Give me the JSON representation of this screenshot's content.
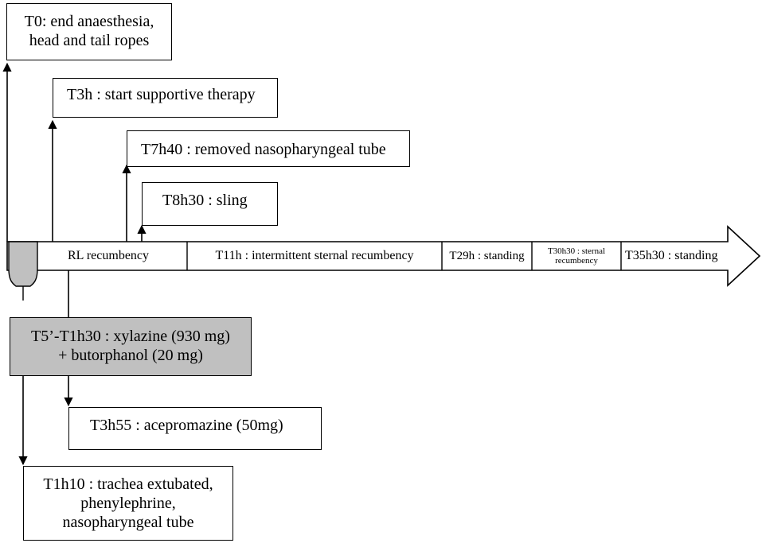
{
  "events_above": [
    {
      "lines": [
        "T0: end anaesthesia,",
        "head and tail ropes"
      ]
    },
    {
      "lines": [
        "T3h : start supportive therapy"
      ]
    },
    {
      "lines": [
        "T7h40 : removed nasopharyngeal tube"
      ]
    },
    {
      "lines": [
        "T8h30 : sling"
      ]
    }
  ],
  "timeline_segments": [
    {
      "label": "RL recumbency"
    },
    {
      "label": "T11h : intermittent sternal recumbency"
    },
    {
      "label": "T29h : standing"
    },
    {
      "label": "T30h30 : sternal recumbency"
    },
    {
      "label": "T35h30 : standing"
    }
  ],
  "sedation_box": {
    "lines": [
      "T5’-T1h30 : xylazine (930 mg)",
      "+ butorphanol (20 mg)"
    ],
    "fill": "#c0c0c0"
  },
  "events_below": [
    {
      "lines": [
        "T3h55 : acepromazine (50mg)"
      ]
    },
    {
      "lines": [
        "T1h10 : trachea extubated,",
        "phenylephrine,",
        "nasopharyngeal tube"
      ]
    }
  ],
  "colors": {
    "line": "#000000",
    "grey_fill": "#c0c0c0",
    "background": "#ffffff"
  }
}
